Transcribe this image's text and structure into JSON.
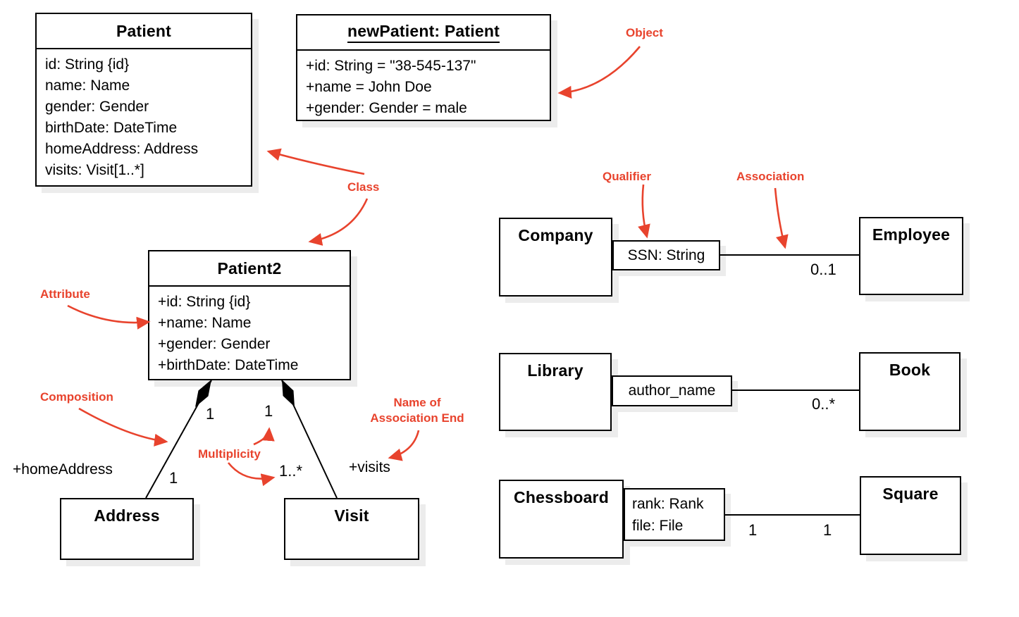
{
  "annotation_color": "#e8432d",
  "boxes": {
    "patient": {
      "title": "Patient",
      "attributes": [
        "id: String {id}",
        "name: Name",
        "gender: Gender",
        "birthDate: DateTime",
        "homeAddress: Address",
        "visits: Visit[1..*]"
      ]
    },
    "new_patient": {
      "title": "newPatient: Patient",
      "attributes": [
        "+id: String = \"38-545-137\"",
        "+name = John Doe",
        "+gender: Gender = male"
      ]
    },
    "patient2": {
      "title": "Patient2",
      "attributes": [
        "+id: String {id}",
        "+name: Name",
        "+gender: Gender",
        "+birthDate: DateTime"
      ]
    },
    "address": {
      "title": "Address"
    },
    "visit": {
      "title": "Visit"
    },
    "company": {
      "title": "Company"
    },
    "employee": {
      "title": "Employee"
    },
    "library": {
      "title": "Library"
    },
    "book": {
      "title": "Book"
    },
    "chessboard": {
      "title": "Chessboard"
    },
    "square": {
      "title": "Square"
    }
  },
  "qualifier_boxes": {
    "ssn": {
      "lines": [
        "SSN: String"
      ]
    },
    "author_name": {
      "lines": [
        "author_name"
      ]
    },
    "rank_file": {
      "lines": [
        "rank: Rank",
        "file: File"
      ]
    }
  },
  "association_labels": {
    "home_address_role": "+homeAddress",
    "visits_role": "+visits",
    "patient2_address_mult_source": "1",
    "patient2_visit_mult_source": "1",
    "address_mult": "1",
    "visit_mult": "1..*",
    "employee_mult": "0..1",
    "book_mult": "0..*",
    "chessboard_mult": "1",
    "square_mult": "1"
  },
  "annotations": {
    "object": "Object",
    "class": "Class",
    "attribute": "Attribute",
    "composition": "Composition",
    "multiplicity": "Multiplicity",
    "association_end": [
      "Name of",
      "Association End"
    ],
    "qualifier": "Qualifier",
    "association": "Association"
  }
}
